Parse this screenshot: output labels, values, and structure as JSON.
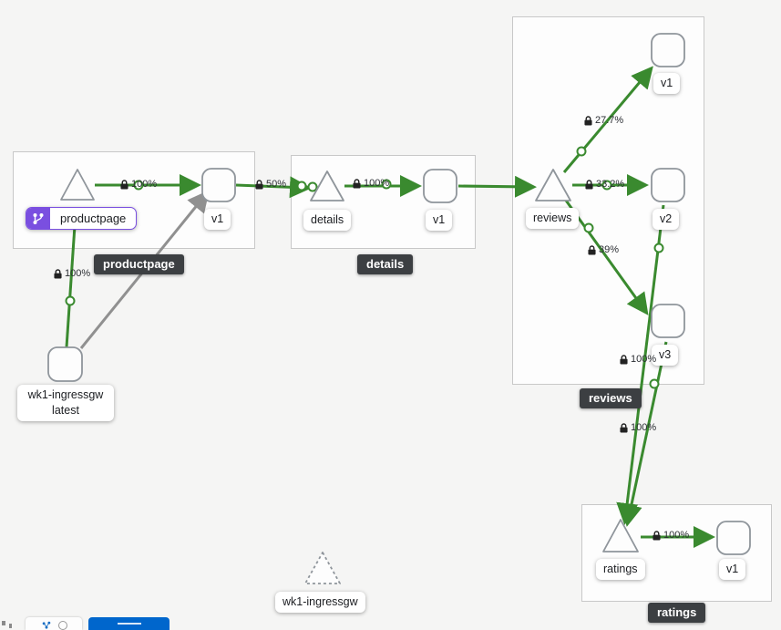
{
  "colors": {
    "edge_green": "#3a8a2f",
    "edge_gray": "#909090",
    "selected_purple": "#7a4fe0",
    "badge_dark": "#3c3f42",
    "button_blue": "#0066cc",
    "canvas_bg": "#f5f5f4"
  },
  "selected_node": {
    "label": "productpage"
  },
  "groups": {
    "productpage": "productpage",
    "details": "details",
    "reviews": "reviews",
    "ratings": "ratings"
  },
  "nodes": {
    "productpage_app": "productpage",
    "productpage_v1": "v1",
    "details_app": "details",
    "details_v1": "v1",
    "reviews_app": "reviews",
    "reviews_v1": "v1",
    "reviews_v2": "v2",
    "reviews_v3": "v3",
    "ratings_app": "ratings",
    "ratings_v1": "v1",
    "ingress_workload_line1": "wk1-ingressgw",
    "ingress_workload_line2": "latest",
    "ingress_service": "wk1-ingressgw"
  },
  "edge_labels": {
    "ingress_to_productpage": "100%",
    "productpage_to_v1": "100%",
    "v1_to_details": "50%",
    "details_to_v1": "100%",
    "reviews_to_v1": "27.7%",
    "reviews_to_v2": "33.2%",
    "reviews_to_v3": "39%",
    "v2_to_ratings": "100%",
    "v3_to_ratings": "100%",
    "ratings_to_v1": "100%"
  }
}
